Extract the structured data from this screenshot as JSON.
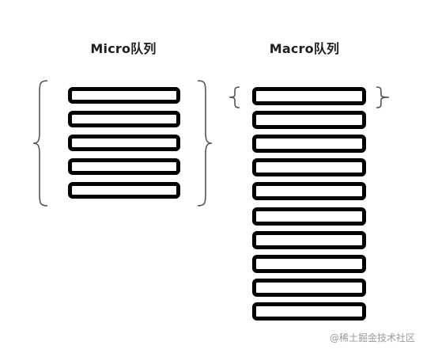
{
  "micro_queue": {
    "title": "Micro队列",
    "slot_count": 5
  },
  "macro_queue": {
    "title": "Macro队列",
    "slot_count": 10
  },
  "colors": {
    "slot_border": "#000000",
    "brace": "#555555",
    "title": "#1f1f1f",
    "watermark": "#9a9a9a"
  },
  "watermark": "@稀土掘金技术社区"
}
